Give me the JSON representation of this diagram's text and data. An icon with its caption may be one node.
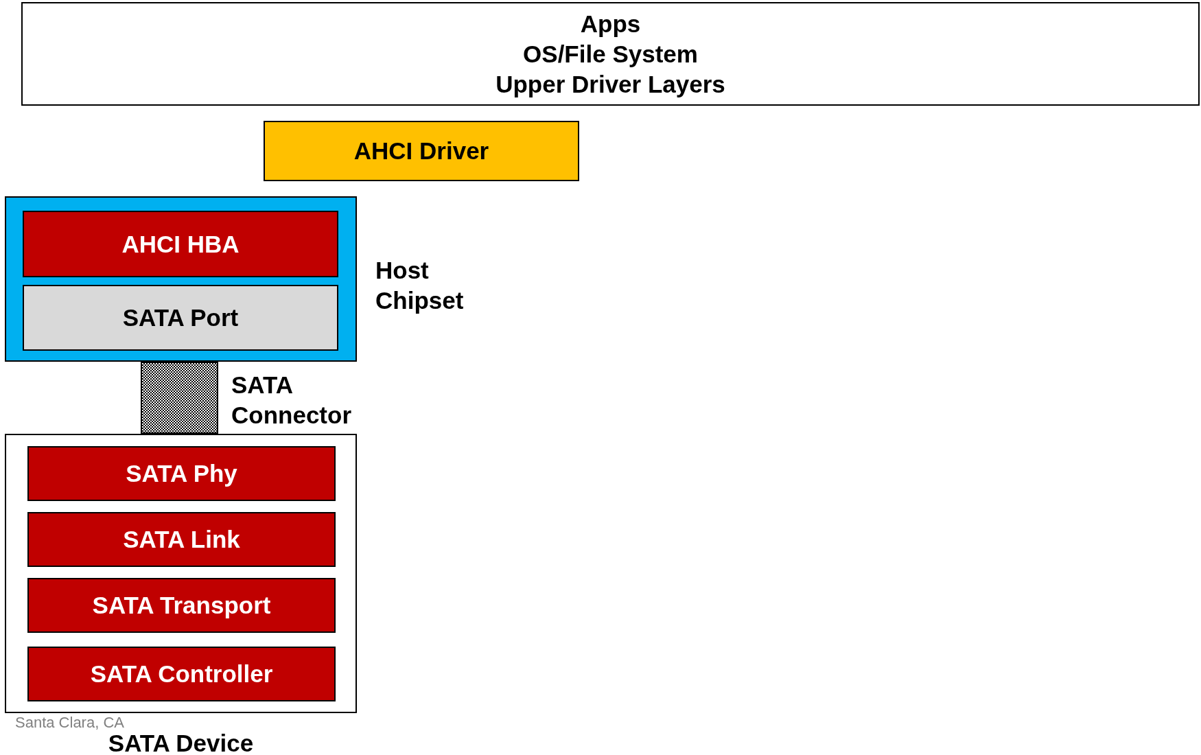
{
  "diagram": {
    "nodes": [
      {
        "text": [
          "Apps",
          "OS/File System",
          "Upper Driver Layers"
        ]
      },
      {
        "text": [
          "AHCI Driver"
        ]
      },
      {
        "text": [
          "Host Chipset"
        ]
      },
      {
        "text": [
          "AHCI HBA"
        ],
        "in": 2
      },
      {
        "text": [
          "SATA Port"
        ],
        "in": 2
      },
      {
        "text": [
          "SATA Connector"
        ]
      },
      {
        "text": [
          "SATA Device"
        ]
      },
      {
        "text": [
          "SATA Phy"
        ],
        "in": 6
      },
      {
        "text": [
          "SATA Link"
        ],
        "in": 6
      },
      {
        "text": [
          "SATA Transport"
        ],
        "in": 6
      },
      {
        "text": [
          "SATA Controller"
        ],
        "in": 6
      }
    ],
    "edges": [],
    "labels": [
      "Santa Clara, CA"
    ]
  }
}
